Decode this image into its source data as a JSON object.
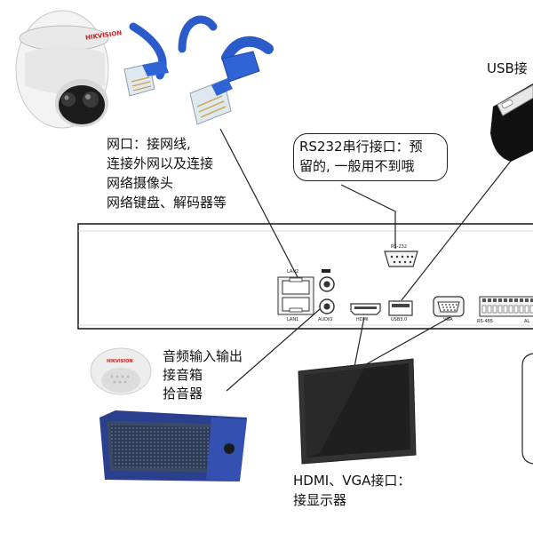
{
  "labels": {
    "usb_callout": "USB接",
    "lan_callout": [
      "网口：接网线,",
      "连接外网以及连接",
      "网络摄像头",
      "网络键盘、解码器等"
    ],
    "rs232_callout": [
      "RS232串行接口：预",
      "留的, 一般用不到哦"
    ],
    "audio_callout": [
      "音频输入输出",
      "接音箱",
      "拾音器"
    ],
    "display_callout": [
      "HDMI、VGA接口：",
      "接显示器"
    ]
  },
  "panel": {
    "port_lan2": "LAN2",
    "port_lan1": "LAN1",
    "port_audio": "AUDIO",
    "port_rs232": "RS-232",
    "port_hdmi": "HDMI",
    "port_usb": "USB3.0",
    "port_vga": "VGA",
    "port_rs485": "RS-485",
    "port_alarm": "AL"
  },
  "camera": {
    "brand": "HIKVISION"
  },
  "pickup": {
    "brand": "HIKVISION"
  }
}
